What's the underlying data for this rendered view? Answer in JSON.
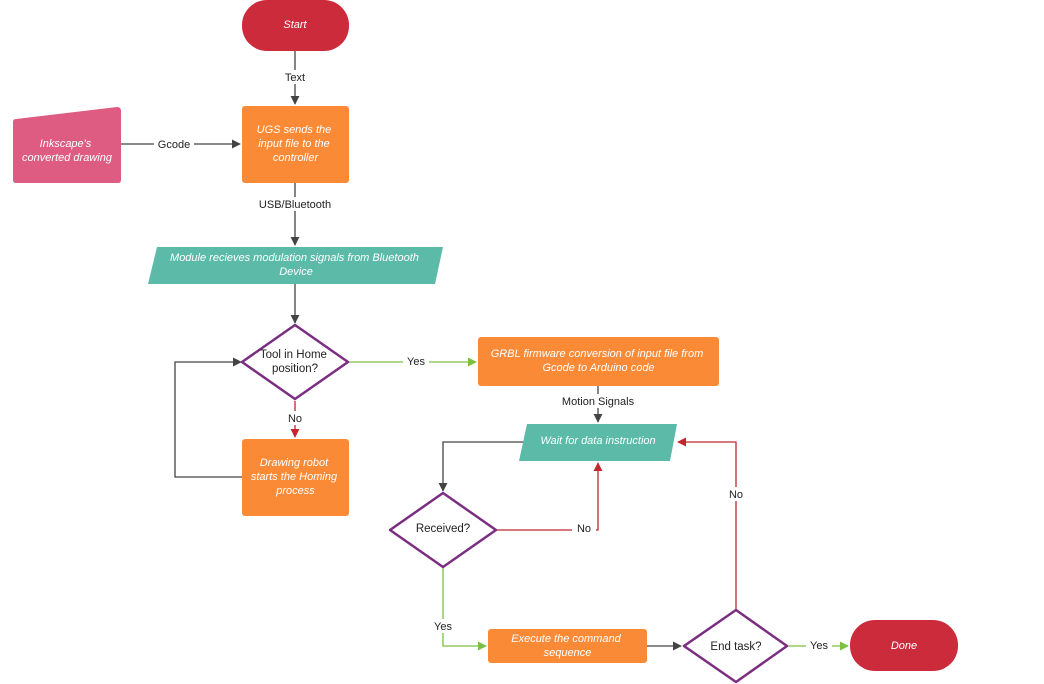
{
  "colors": {
    "terminal": "#cc2b3b",
    "process": "#fb8a37",
    "io": "#5bbba8",
    "input_shape": "#de5c82",
    "decision_border": "#7b2d82",
    "edge_dark": "#444444",
    "edge_yes": "#7ac143",
    "edge_no": "#c1272d"
  },
  "nodes": {
    "start": {
      "text": [
        "Start"
      ]
    },
    "ugs": {
      "text": [
        "UGS sends the",
        "input file to the",
        "controller"
      ]
    },
    "inkscape": {
      "text": [
        "Inkscape's",
        "converted drawing"
      ]
    },
    "module": {
      "text": [
        "Module recieves modulation signals from Bluetooth",
        "Device"
      ]
    },
    "tool_home": {
      "text": [
        "Tool in Home",
        "position?"
      ]
    },
    "homing": {
      "text": [
        "Drawing robot",
        "starts the Homing",
        "process"
      ]
    },
    "grbl": {
      "text": [
        "GRBL firmware conversion of input file from",
        "Gcode to Arduino code"
      ]
    },
    "wait": {
      "text": [
        "Wait for data instruction"
      ]
    },
    "received": {
      "text": [
        "Received?"
      ]
    },
    "execute": {
      "text": [
        "Execute the command",
        "sequence"
      ]
    },
    "end_task": {
      "text": [
        "End task?"
      ]
    },
    "done": {
      "text": [
        "Done"
      ]
    }
  },
  "edge_labels": {
    "start_to_ugs": "Text",
    "inkscape_to_ugs": "Gcode",
    "ugs_to_module": "USB/Bluetooth",
    "tool_yes": "Yes",
    "tool_no": "No",
    "grbl_to_wait": "Motion Signals",
    "received_no": "No",
    "received_yes": "Yes",
    "end_no": "No",
    "end_yes": "Yes"
  }
}
